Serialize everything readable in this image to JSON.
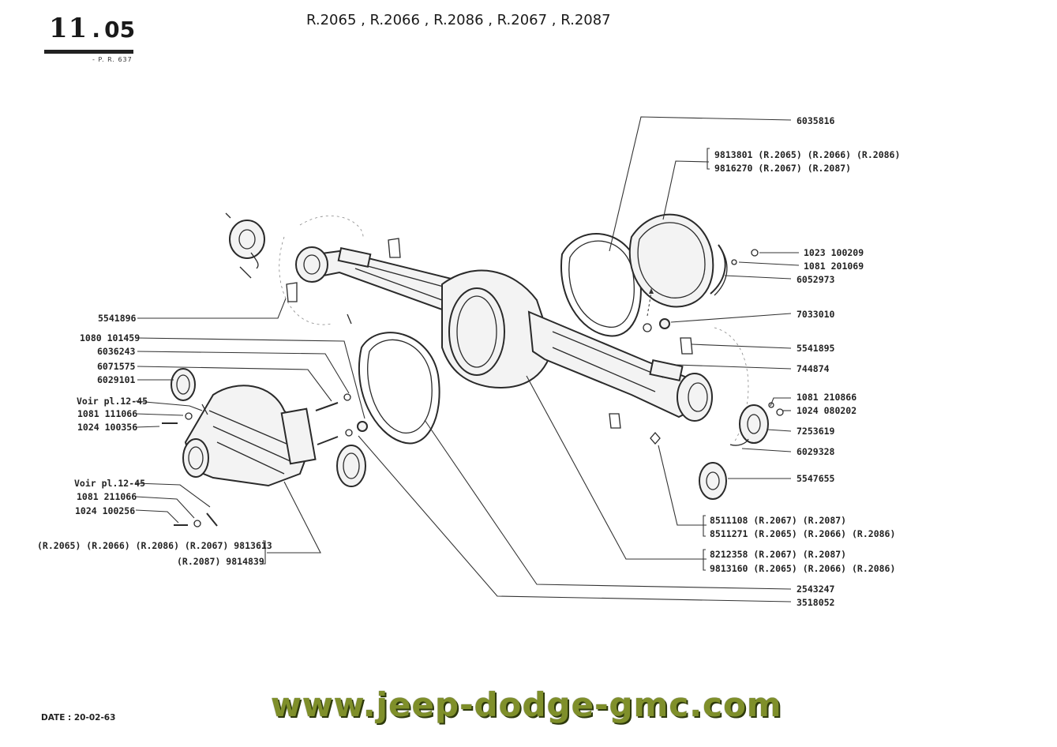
{
  "header": {
    "section_major": "11",
    "section_sep": ".",
    "section_minor": "05",
    "pr_ref": "- P. R. 637",
    "models_line": "R.2065 , R.2066 , R.2086 , R.2067 , R.2087"
  },
  "left_labels": {
    "l5541896": "5541896",
    "l1080101459": "1080 101459",
    "l6036243": "6036243",
    "l6071575": "6071575",
    "l6029101": "6029101",
    "lvoir1": "Voir pl.12-45",
    "l1081111066": "1081 111066",
    "l1024100356": "1024 100356",
    "lvoir2": "Voir pl.12-45",
    "l1081211066": "1081 211066",
    "l1024100256": "1024 100256",
    "lgroup_a": "(R.2065) (R.2066) (R.2086) (R.2067) 9813613",
    "lgroup_b": "(R.2087) 9814839"
  },
  "right_labels": {
    "r6035816": "6035816",
    "r9813801": "9813801 (R.2065) (R.2066) (R.2086)",
    "r9816270": "9816270 (R.2067) (R.2087)",
    "r1023100209": "1023 100209",
    "r1081201069": "1081 201069",
    "r6052973": "6052973",
    "r7033010": "7033010",
    "r5541895": "5541895",
    "r744874": "744874",
    "r1081210866": "1081 210866",
    "r1024080202": "1024 080202",
    "r7253619": "7253619",
    "r6029328": "6029328",
    "r5547655": "5547655",
    "r8511108": "8511108 (R.2067) (R.2087)",
    "r8511271": "8511271 (R.2065) (R.2066) (R.2086)",
    "r8212358": "8212358 (R.2067) (R.2087)",
    "r9813160": "9813160 (R.2065) (R.2066) (R.2086)",
    "r2543247": "2543247",
    "r3518052": "3518052"
  },
  "footer": {
    "date": "DATE : 20-02-63",
    "website": "www.jeep-dodge-gmc.com"
  },
  "colors": {
    "ink": "#222222",
    "website_fill": "#7f8f2a",
    "website_outline": "#2e3a0c"
  }
}
